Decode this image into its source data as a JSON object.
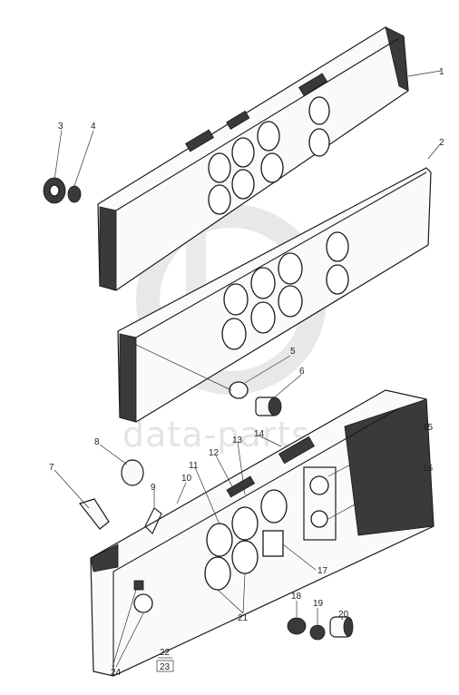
{
  "diagram": {
    "watermark_text": "data-parts",
    "part_numbers": [
      "1",
      "2",
      "3",
      "4",
      "5",
      "6",
      "7",
      "8",
      "9",
      "10",
      "11",
      "12",
      "13",
      "14",
      "15",
      "16",
      "17",
      "18",
      "19",
      "20",
      "21",
      "22",
      "23",
      "24"
    ]
  }
}
